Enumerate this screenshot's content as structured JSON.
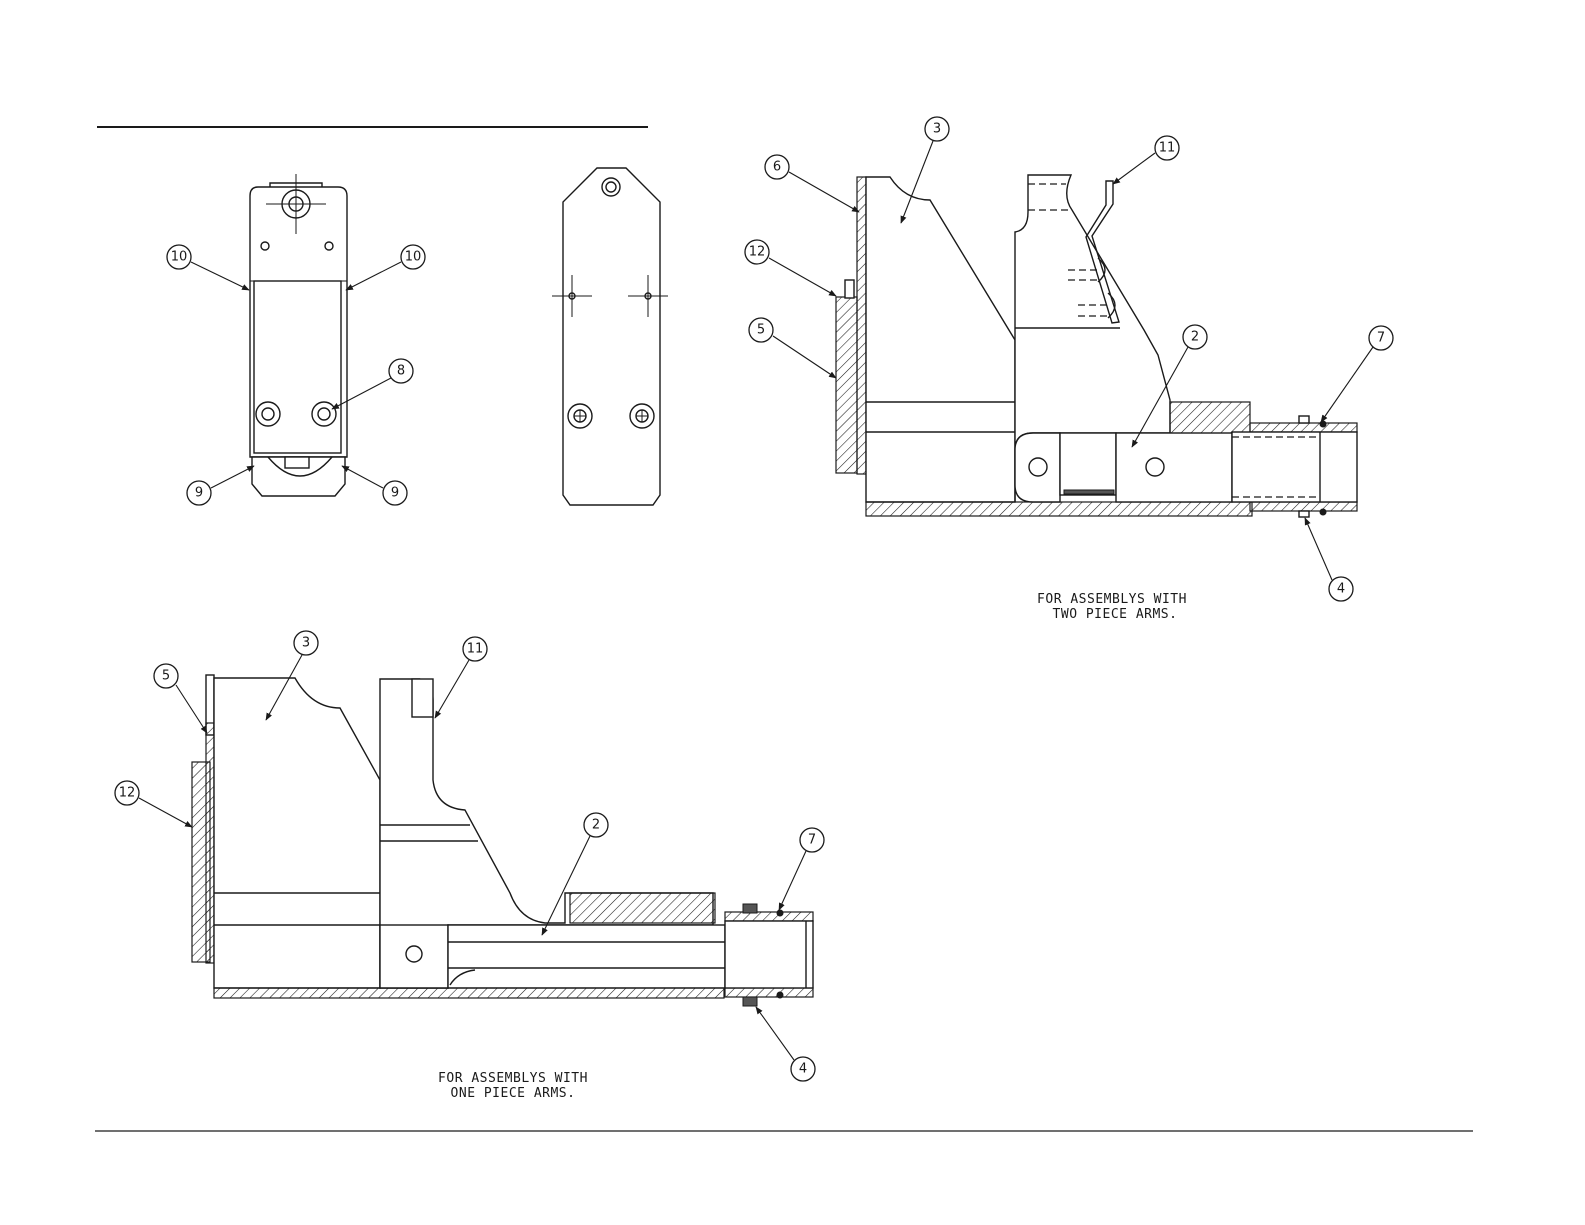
{
  "captions": {
    "two_piece": {
      "line1": "FOR ASSEMBLYS WITH",
      "line2": "TWO PIECE ARMS."
    },
    "one_piece": {
      "line1": "FOR ASSEMBLYS WITH",
      "line2": "ONE PIECE ARMS."
    }
  },
  "callouts": {
    "front_view": [
      "10",
      "10",
      "8",
      "9",
      "9"
    ],
    "two_piece": [
      "3",
      "6",
      "12",
      "5",
      "11",
      "2",
      "7",
      "4"
    ],
    "one_piece": [
      "5",
      "3",
      "11",
      "12",
      "2",
      "7",
      "4"
    ]
  }
}
